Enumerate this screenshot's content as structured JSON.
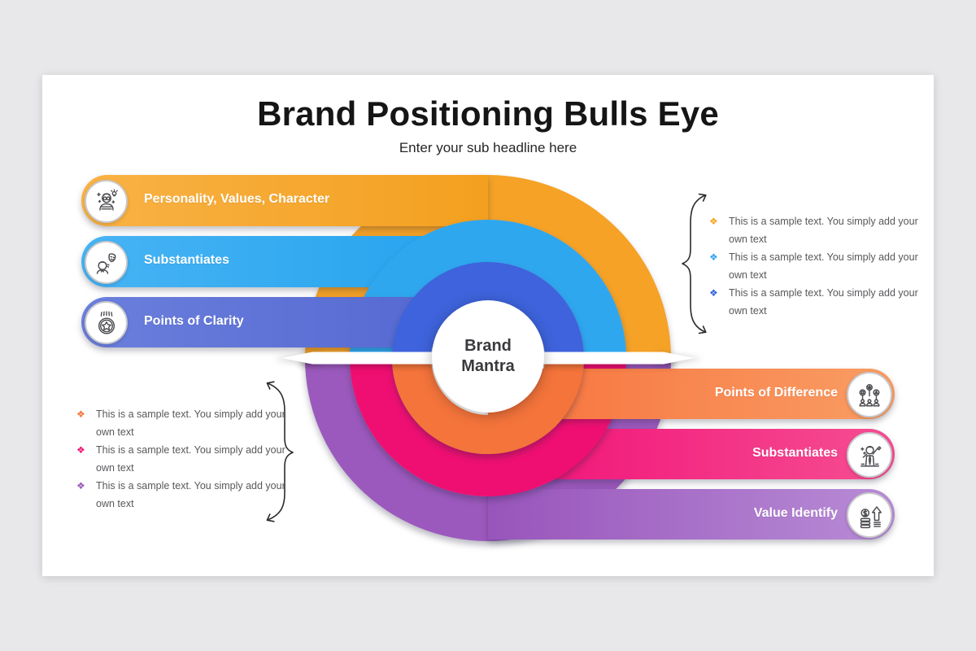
{
  "title": "Brand Positioning Bulls Eye",
  "subtitle": "Enter your sub headline here",
  "center_label": "Brand Mantra",
  "rings": {
    "top_outer": "#F5A227",
    "top_middle": "#2FA7EF",
    "top_inner": "#3E63DC",
    "bottom_inner": "#F4743B",
    "bottom_middle": "#EF0F72",
    "bottom_outer": "#9C59BD"
  },
  "bars": {
    "b1": {
      "label": "Personality, Values, Character",
      "base": "#F3A01F",
      "light": "#F9B245",
      "icon": "personality-icon"
    },
    "b2": {
      "label": "Substantiates",
      "base": "#24A2EE",
      "light": "#47B4F4",
      "icon": "theater-masks-icon"
    },
    "b3": {
      "label": "Points of Clarity",
      "base": "#5266D0",
      "light": "#6B7FDD",
      "icon": "star-badge-icon"
    },
    "b4": {
      "label": "Points of Difference",
      "base": "#F7713C",
      "light": "#F99D64",
      "icon": "team-ideas-icon"
    },
    "b5": {
      "label": "Substantiates",
      "base": "#F10E76",
      "light": "#F64E92",
      "icon": "celebrating-person-icon"
    },
    "b6": {
      "label": "Value Identify",
      "base": "#9855BB",
      "light": "#B88CD6",
      "icon": "coins-growth-icon"
    }
  },
  "right_notes": [
    {
      "text": "This is a sample text. You simply add your own text",
      "bullet": "❖",
      "bullet_color": "#F5A623"
    },
    {
      "text": "This is a sample text. You simply add your own text",
      "bullet": "❖",
      "bullet_color": "#35A8EF"
    },
    {
      "text": "This is a sample text. You simply add your own text",
      "bullet": "❖",
      "bullet_color": "#3763DB"
    }
  ],
  "left_notes": [
    {
      "text": "This is a sample text. You simply add your own text",
      "bullet": "❖",
      "bullet_color": "#F5763F"
    },
    {
      "text": "This is a sample text. You simply add your own text",
      "bullet": "❖",
      "bullet_color": "#EE1472"
    },
    {
      "text": "This is a sample text. You simply add your own text",
      "bullet": "❖",
      "bullet_color": "#9C59BD"
    }
  ]
}
